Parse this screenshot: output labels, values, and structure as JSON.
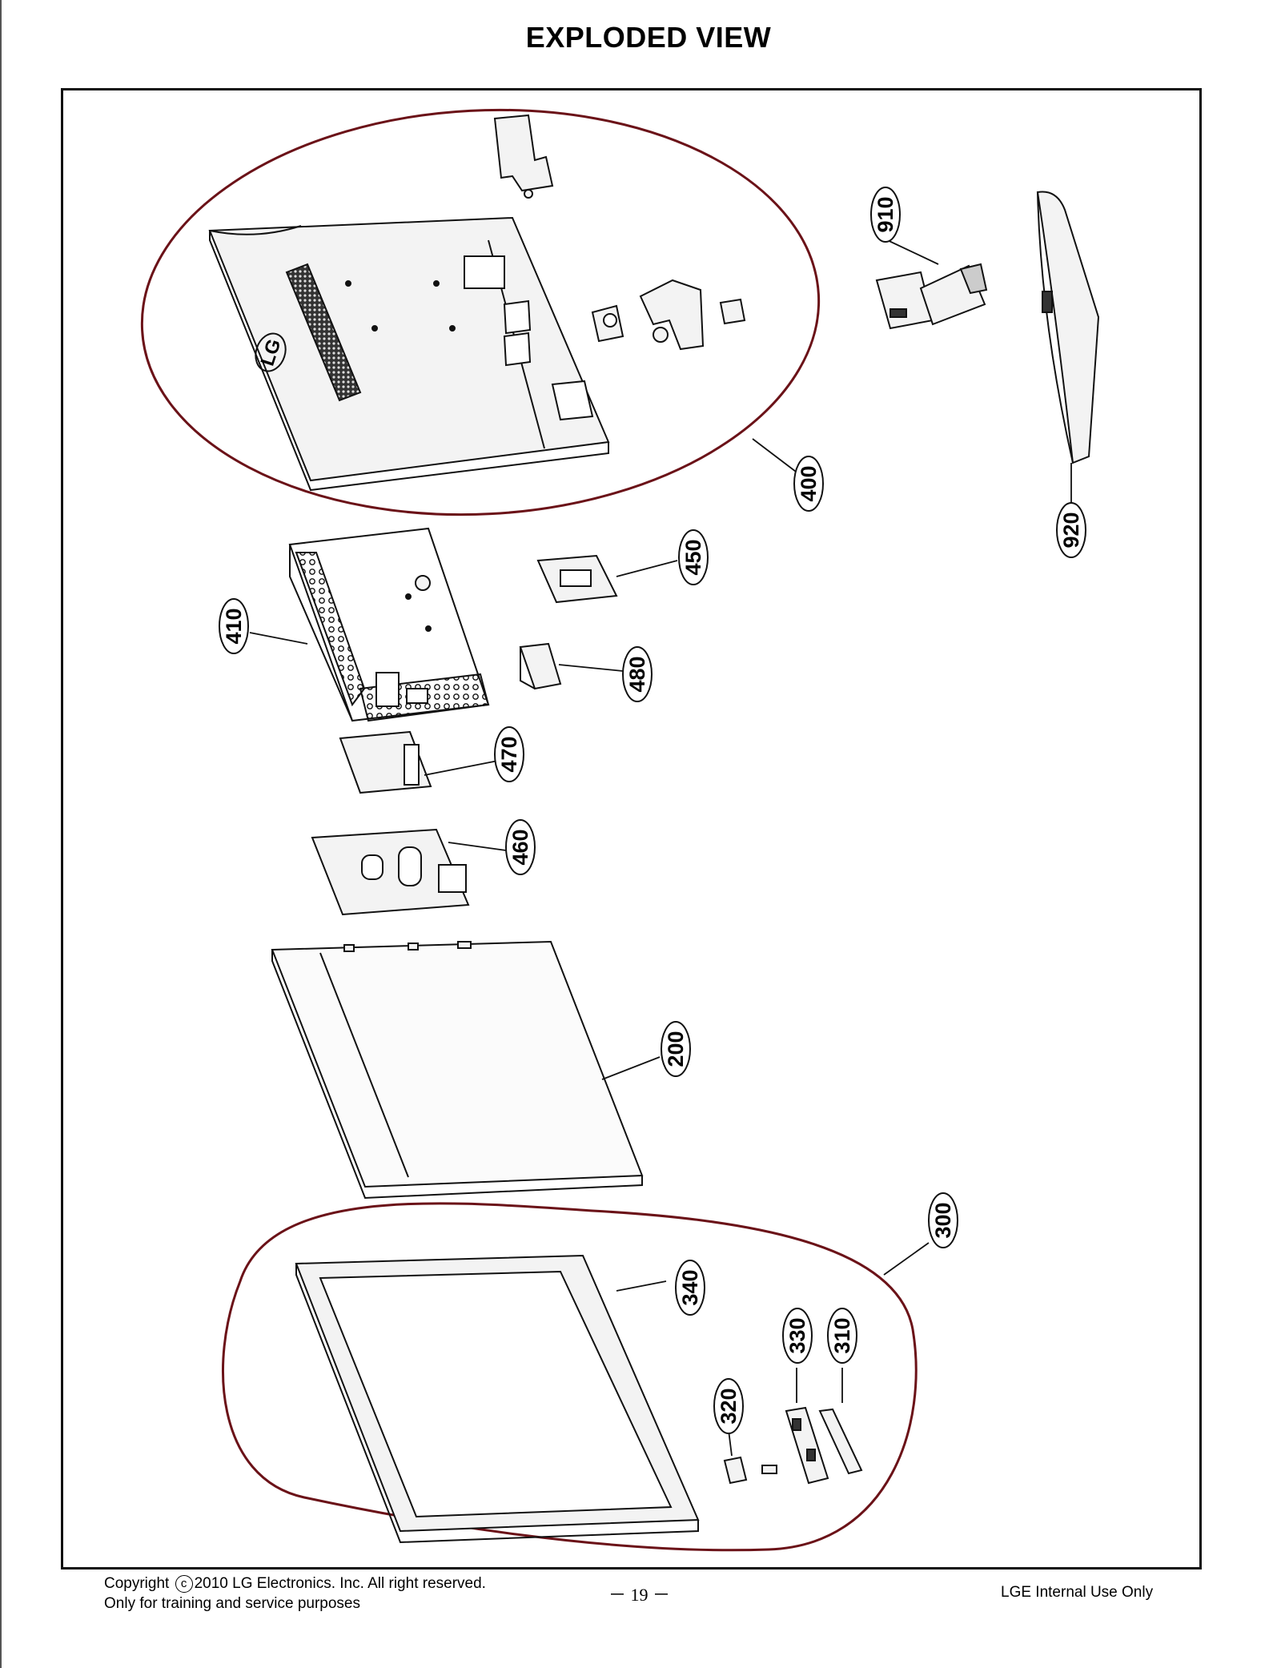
{
  "page": {
    "title": "EXPLODED VIEW"
  },
  "callouts": [
    {
      "id": "400",
      "label": "400"
    },
    {
      "id": "410",
      "label": "410"
    },
    {
      "id": "450",
      "label": "450"
    },
    {
      "id": "480",
      "label": "480"
    },
    {
      "id": "470",
      "label": "470"
    },
    {
      "id": "460",
      "label": "460"
    },
    {
      "id": "200",
      "label": "200"
    },
    {
      "id": "300",
      "label": "300"
    },
    {
      "id": "340",
      "label": "340"
    },
    {
      "id": "330",
      "label": "330"
    },
    {
      "id": "310",
      "label": "310"
    },
    {
      "id": "320",
      "label": "320"
    },
    {
      "id": "910",
      "label": "910"
    },
    {
      "id": "920",
      "label": "920"
    }
  ],
  "logo": {
    "text": "LG"
  },
  "footer": {
    "copyright_prefix": "Copyright",
    "copyright_mark": "c",
    "copyright_rest": "2010 LG Electronics. Inc. All right reserved.",
    "training_note": "Only for training and service purposes",
    "page_number": "－ 19 －",
    "internal_use": "LGE Internal Use Only"
  },
  "colors": {
    "line": "#111111",
    "group_outline": "#6b1218",
    "part_fill": "#f3f3f3"
  }
}
